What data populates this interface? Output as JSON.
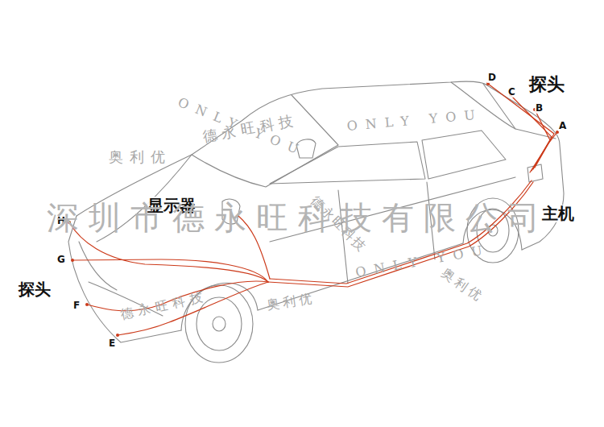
{
  "diagram": {
    "labels": [
      "D",
      "C",
      "B",
      "A",
      "探头",
      "主机",
      "显示器",
      "探头",
      "H",
      "G",
      "F",
      "E",
      "ONLY YOU",
      "奥利优",
      "德永旺科技",
      "ONLY YOU",
      "德永旺科技",
      "深圳市德永旺科技有限公司",
      "ONLY YOU",
      "奥利优",
      "德永旺科技",
      "奥利优"
    ]
  }
}
